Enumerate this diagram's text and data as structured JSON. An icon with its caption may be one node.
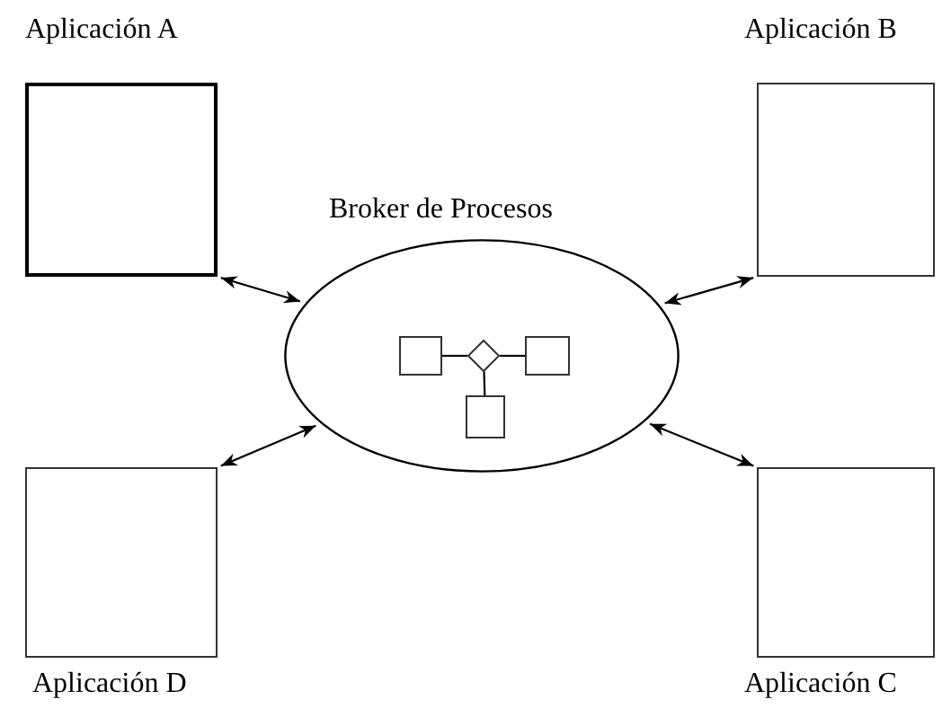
{
  "diagram": {
    "nodes": [
      {
        "text": [
          "Aplicación A"
        ]
      },
      {
        "text": [
          "Aplicación B"
        ]
      },
      {
        "text": [
          "Broker de Procesos"
        ]
      },
      {
        "text": [
          "Aplicación D"
        ]
      },
      {
        "text": [
          "Aplicación C"
        ]
      },
      {
        "text": [],
        "shape": "box",
        "in": 2
      },
      {
        "text": [],
        "shape": "diamond",
        "in": 2
      },
      {
        "text": [],
        "shape": "box",
        "in": 2
      },
      {
        "text": [],
        "shape": "box",
        "in": 2
      }
    ],
    "edges": [
      {
        "from": 0,
        "to": 2,
        "arrow": "both"
      },
      {
        "from": 1,
        "to": 2,
        "arrow": "both"
      },
      {
        "from": 3,
        "to": 2,
        "arrow": "both"
      },
      {
        "from": 4,
        "to": 2,
        "arrow": "both"
      },
      {
        "from": 5,
        "to": 6,
        "arrow": "none"
      },
      {
        "from": 6,
        "to": 7,
        "arrow": "none"
      },
      {
        "from": 6,
        "to": 8,
        "arrow": "none"
      }
    ]
  }
}
